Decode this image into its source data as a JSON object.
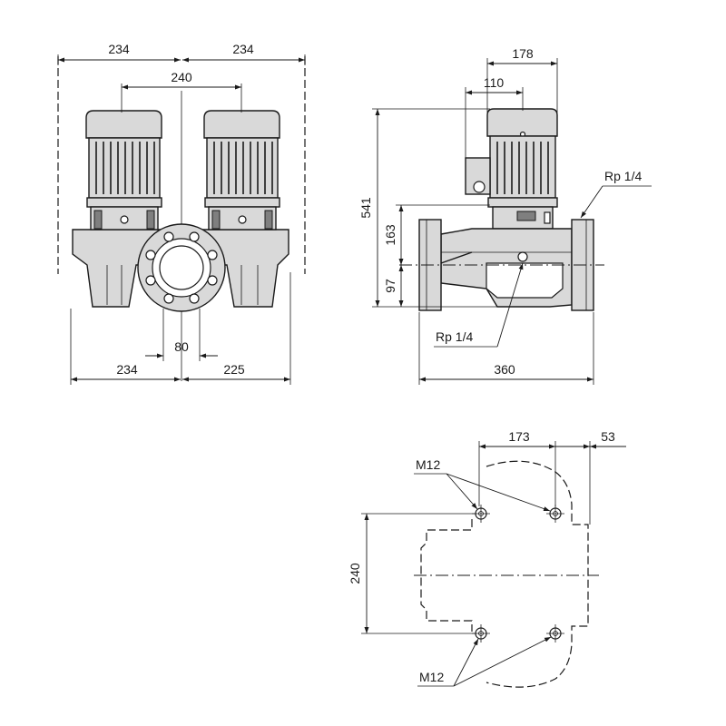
{
  "front_view": {
    "dim_top_left": "234",
    "dim_top_right": "234",
    "dim_motor_spacing": "240",
    "dim_flange": "80",
    "dim_bottom_left": "234",
    "dim_bottom_right": "225"
  },
  "side_view": {
    "dim_top": "178",
    "dim_motor_offset": "110",
    "dim_height_total": "541",
    "dim_flange_top": "163",
    "dim_flange_bottom": "97",
    "dim_length": "360",
    "port_upper": "Rp 1/4",
    "port_lower": "Rp 1/4"
  },
  "base_view": {
    "dim_top_mid": "173",
    "dim_top_right": "53",
    "dim_vertical": "240",
    "thread_top": "M12",
    "thread_bottom": "M12"
  }
}
